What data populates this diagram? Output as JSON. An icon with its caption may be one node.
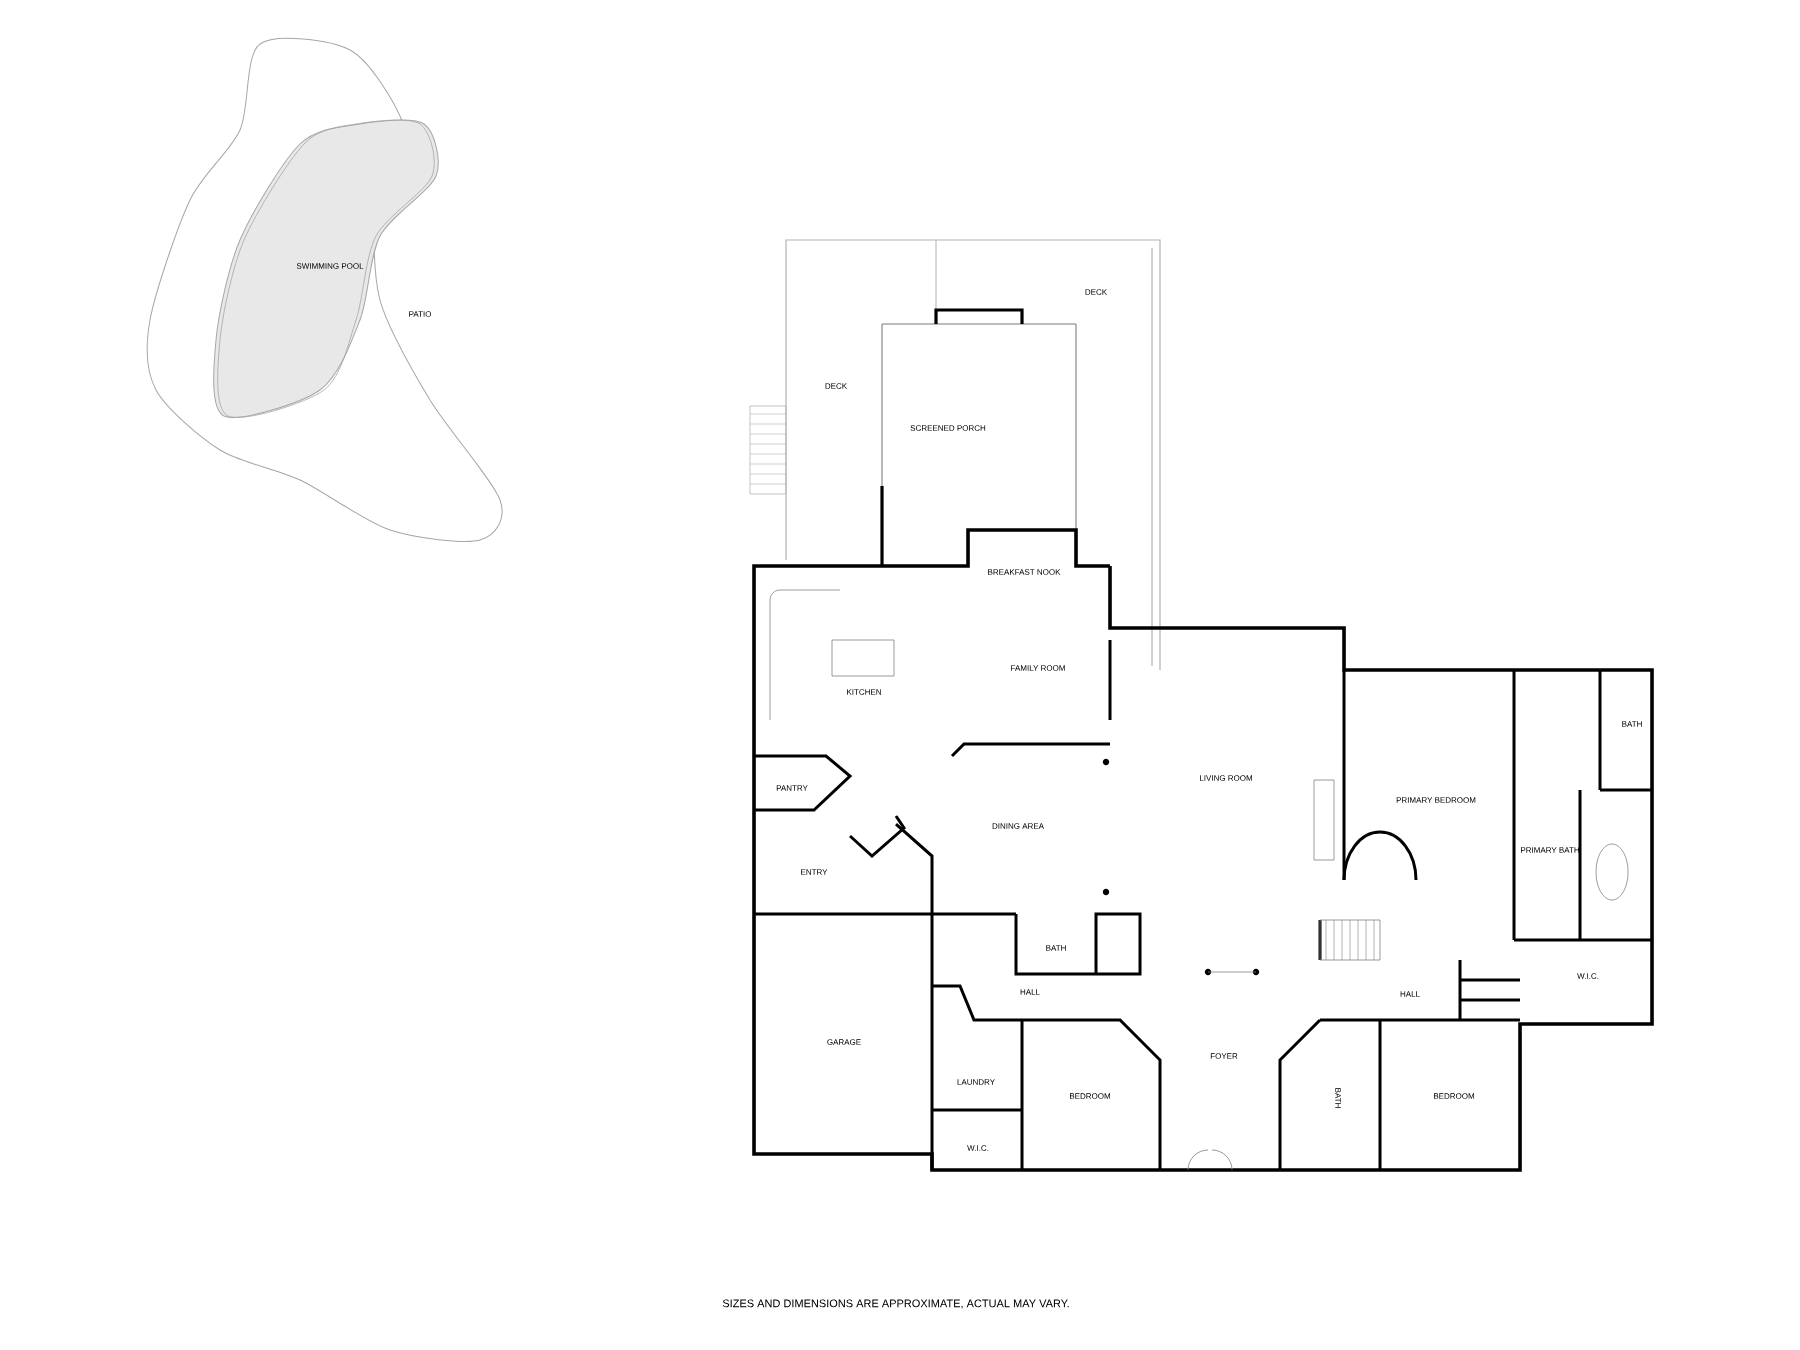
{
  "diagram": {
    "caption": "SIZES AND DIMENSIONS ARE APPROXIMATE, ACTUAL MAY VARY.",
    "nodes": [
      {
        "text": [
          "PATIO"
        ]
      },
      {
        "text": [
          "SWIMMING POOL"
        ],
        "in": 0
      }
    ],
    "labels": [
      "DECK",
      "DECK",
      "SCREENED PORCH",
      "BREAKFAST NOOK",
      "FAMILY ROOM",
      "KITCHEN",
      "LIVING ROOM",
      "BATH",
      "PRIMARY BEDROOM",
      "PANTRY",
      "DINING AREA",
      "PRIMARY BATH",
      "ENTRY",
      "BATH",
      "HALL",
      "W.I.C.",
      "HALL",
      "GARAGE",
      "FOYER",
      "LAUNDRY",
      "BEDROOM",
      "BATH",
      "BEDROOM",
      "W.I.C."
    ]
  }
}
